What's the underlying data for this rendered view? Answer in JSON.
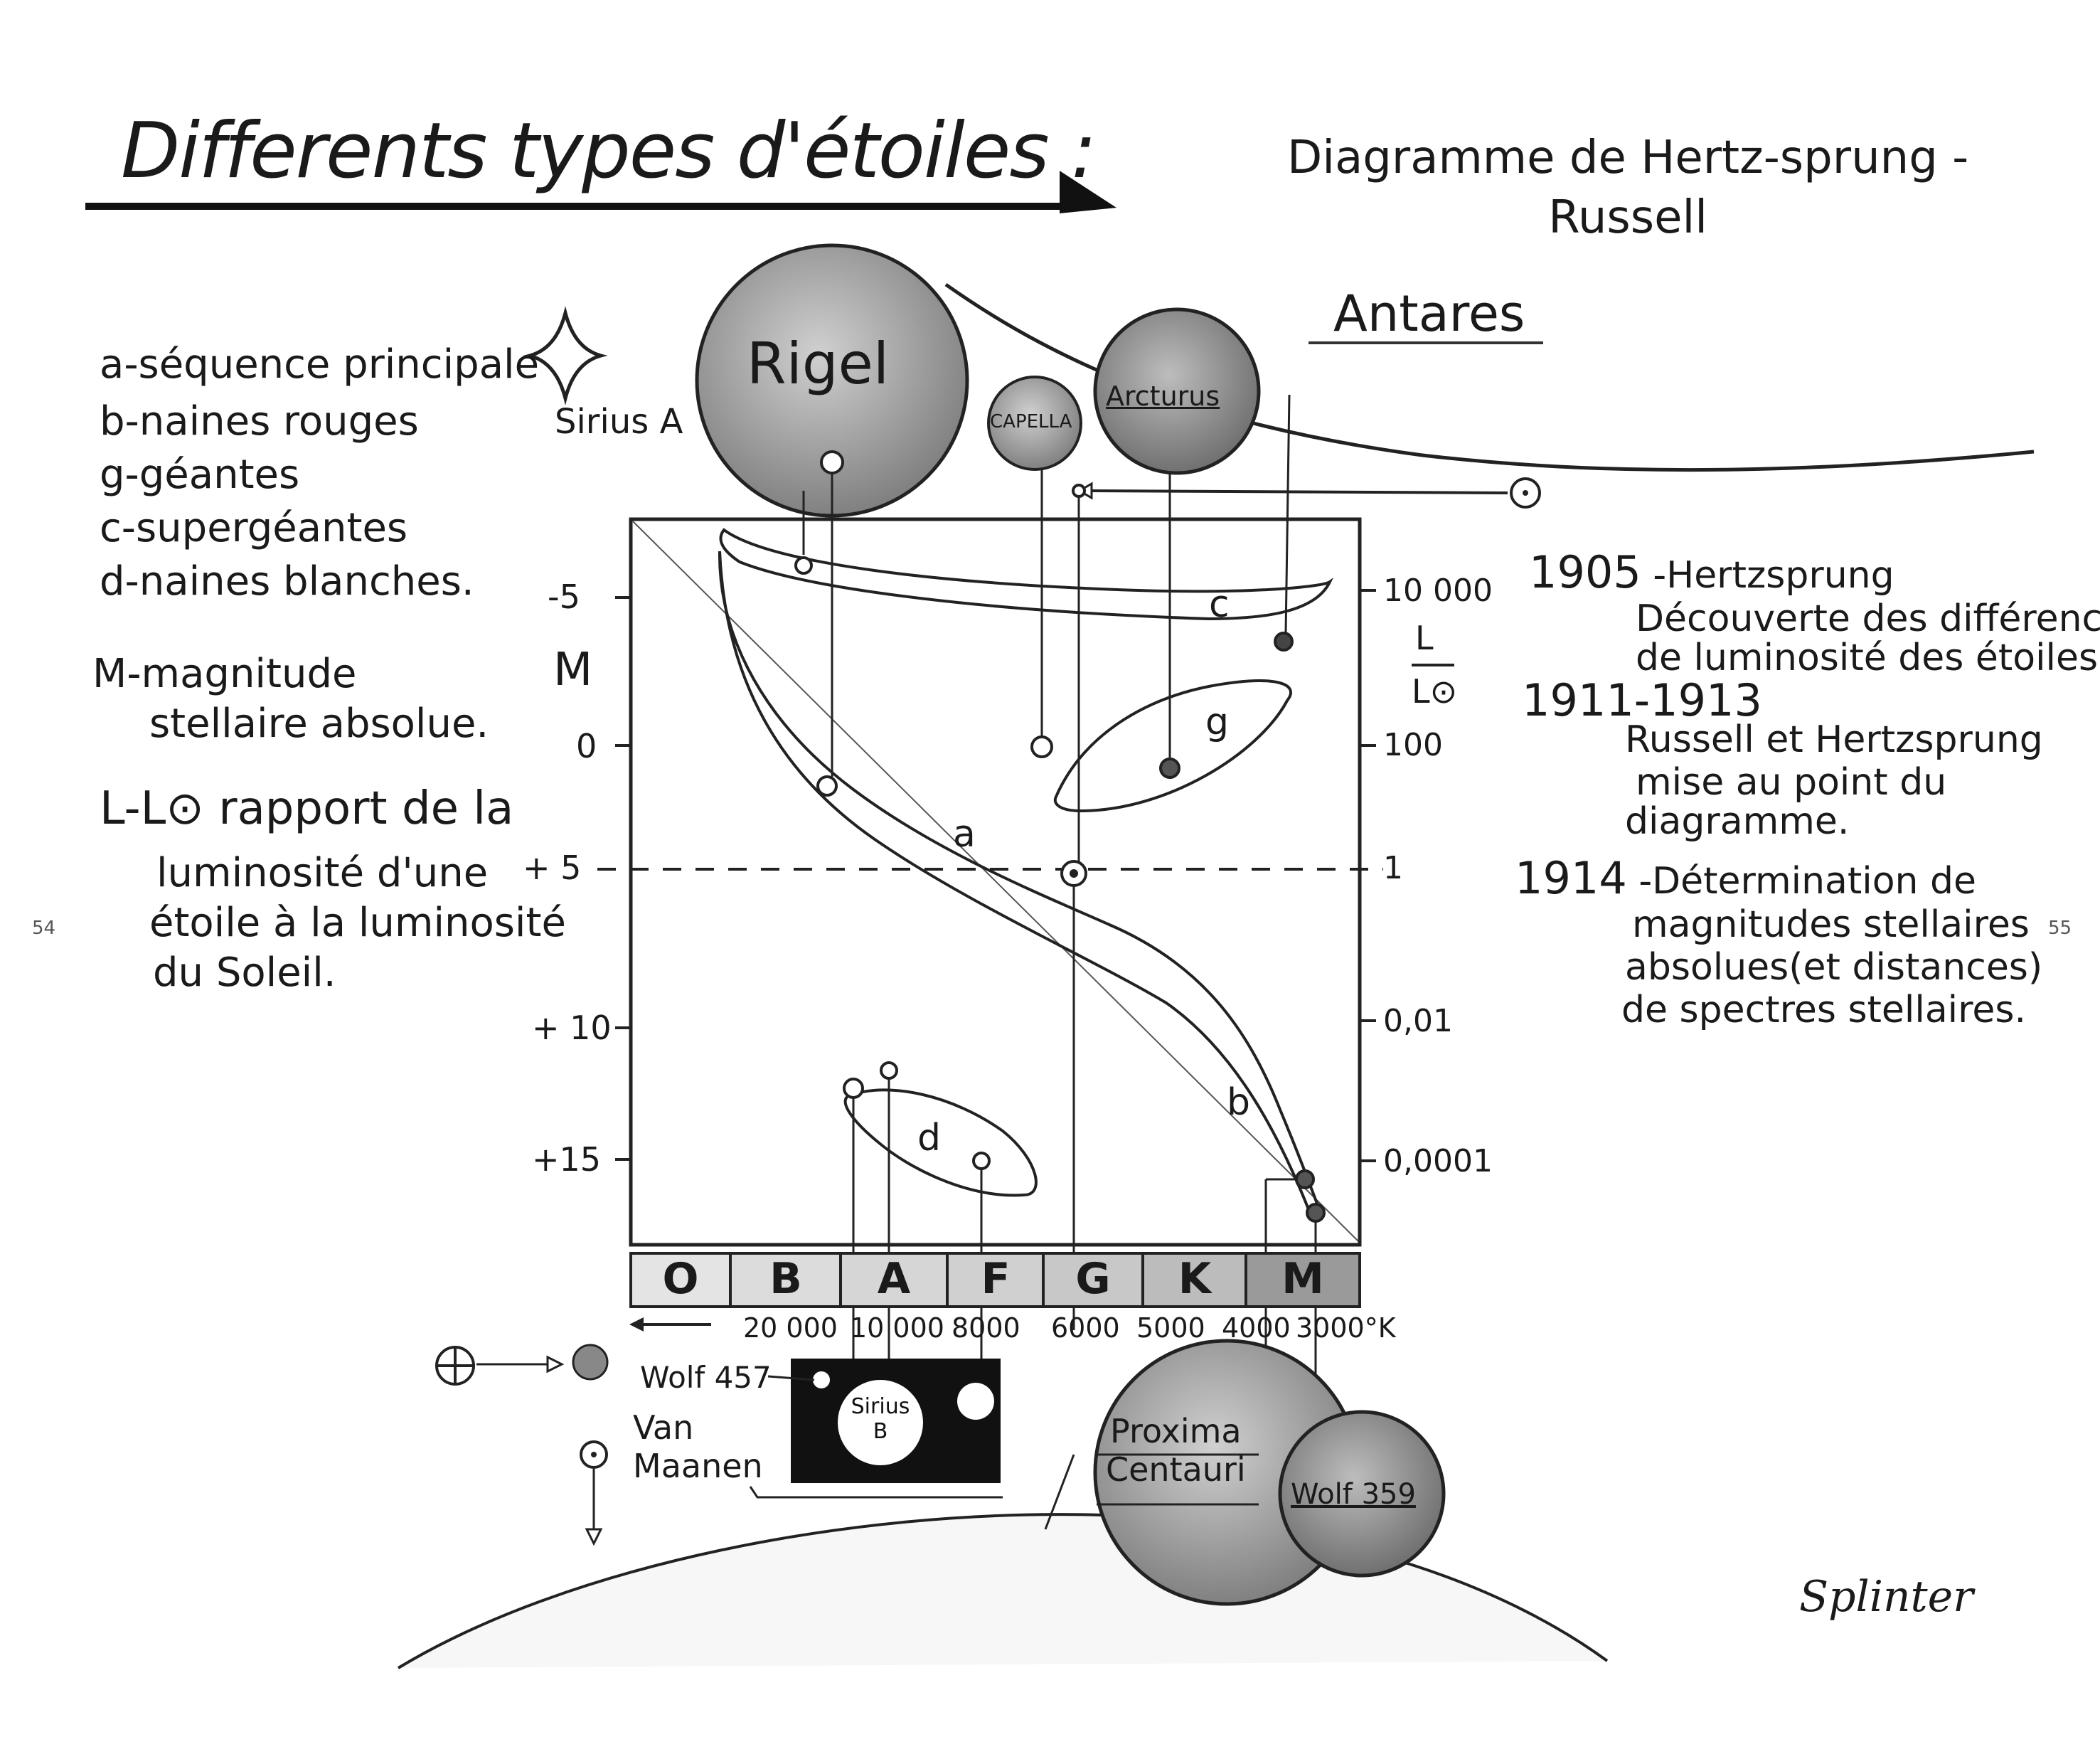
{
  "title": "Differents types d'étoiles :",
  "subtitle": [
    "Diagramme de Hertz-sprung -",
    "Russell"
  ],
  "legend": [
    "a-séquence principale",
    "b-naines rouges",
    "g-géantes",
    "c-supergéantes",
    "d-naines blanches."
  ],
  "definitions": {
    "m_lines": [
      "M-magnitude",
      "stellaire absolue."
    ],
    "l_lines": [
      "L-L⊙ rapport de la",
      "luminosité d'une",
      "étoile à la luminosité",
      "du Soleil."
    ]
  },
  "history": [
    {
      "year": "1905",
      "lines": [
        "-Hertzsprung",
        "Découverte des différences",
        "de luminosité des étoiles"
      ]
    },
    {
      "year": "1911-1913",
      "lines": [
        "Russell et Hertzsprung",
        "mise au point du",
        "diagramme."
      ]
    },
    {
      "year": "1914",
      "lines": [
        "-Détermination de",
        "magnitudes stellaires",
        "absolues(et distances)",
        "de spectres stellaires."
      ]
    }
  ],
  "axis": {
    "left_title": "M",
    "left_ticks": [
      "-5",
      "0",
      "+ 5",
      "+ 10",
      "+15"
    ],
    "right_title_top": "L",
    "right_title_bottom": "L⊙",
    "right_ticks": [
      "10 000",
      "100",
      "1",
      "0,01",
      "0,0001"
    ],
    "spectral_classes": [
      "O",
      "B",
      "A",
      "F",
      "G",
      "K",
      "M"
    ],
    "temperatures": [
      "20 000",
      "10 000",
      "8000",
      "6000",
      "5000",
      "4000",
      "3000°K"
    ]
  },
  "curve_labels": {
    "a": "a",
    "b": "b",
    "c": "c",
    "d": "d",
    "g": "g"
  },
  "stars": {
    "rigel": "Rigel",
    "capella": "CAPELLA",
    "arcturus": "Arcturus",
    "antares": "Antares",
    "sirius_a": "Sirius A",
    "wolf457": "Wolf 457",
    "sirius_b": [
      "Sirius",
      "B"
    ],
    "van_maanen": [
      "Van",
      "Maanen"
    ],
    "proxima": [
      "Proxima",
      "Centauri"
    ],
    "wolf359": "Wolf 359"
  },
  "page_numbers": {
    "left": "54",
    "right": "55"
  },
  "signature": "Splinter",
  "colors": {
    "ink": "#1a1a1a",
    "pencil_gray": "#9a9a9a",
    "dark_fill": "#111111"
  }
}
